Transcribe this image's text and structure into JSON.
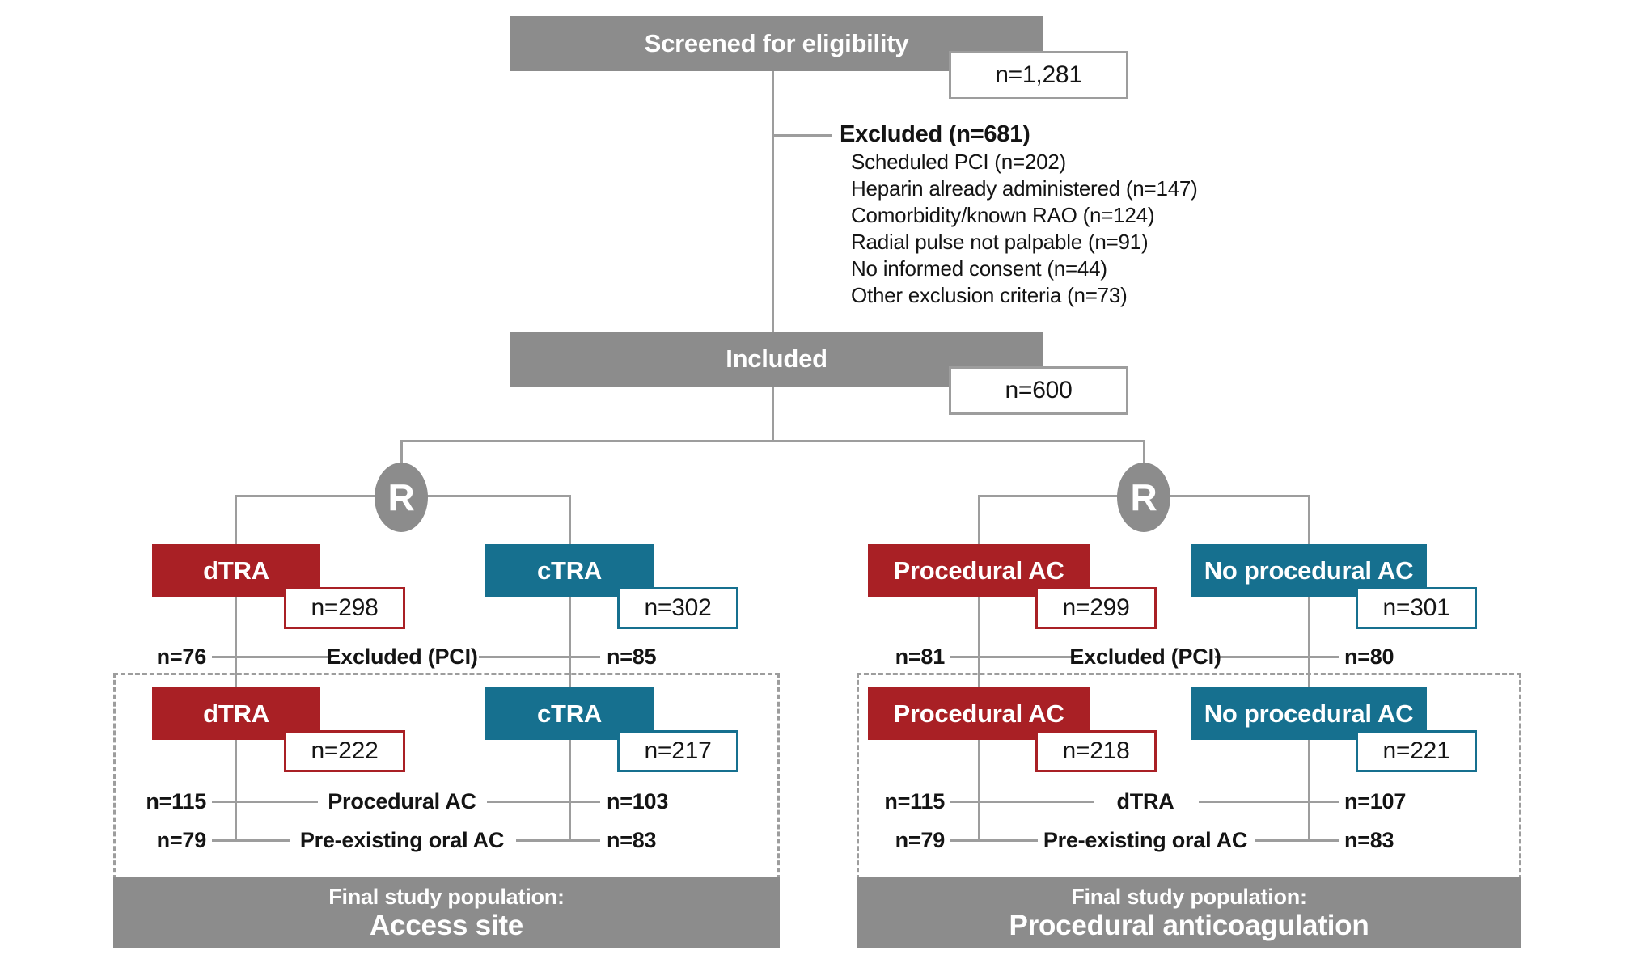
{
  "colors": {
    "gray_fill": "#8c8c8c",
    "line_gray": "#9d9d9d",
    "red": "#a92025",
    "teal": "#16708f",
    "text": "#141414"
  },
  "screened": {
    "label": "Screened for eligibility",
    "n": "n=1,281"
  },
  "excluded": {
    "title": "Excluded (n=681)",
    "items": [
      "Scheduled PCI (n=202)",
      "Heparin already administered (n=147)",
      "Comorbidity/known RAO (n=124)",
      "Radial pulse not palpable (n=91)",
      "No informed consent (n=44)",
      "Other exclusion criteria (n=73)"
    ]
  },
  "included": {
    "label": "Included",
    "n": "n=600"
  },
  "randomization": {
    "symbol": "R"
  },
  "access": {
    "box1_left_label": "dTRA",
    "box1_left_n": "n=298",
    "box1_right_label": "cTRA",
    "box1_right_n": "n=302",
    "excl_left_n": "n=76",
    "excl_label": "Excluded (PCI)",
    "excl_right_n": "n=85",
    "box2_left_label": "dTRA",
    "box2_left_n": "n=222",
    "box2_right_label": "cTRA",
    "box2_right_n": "n=217",
    "row1_left_n": "n=115",
    "row1_label": "Procedural AC",
    "row1_right_n": "n=103",
    "row2_left_n": "n=79",
    "row2_label": "Pre-existing oral AC",
    "row2_right_n": "n=83",
    "footer1": "Final study population:",
    "footer2": "Access site"
  },
  "anticoag": {
    "box1_left_label": "Procedural AC",
    "box1_left_n": "n=299",
    "box1_right_label": "No procedural AC",
    "box1_right_n": "n=301",
    "excl_left_n": "n=81",
    "excl_label": "Excluded (PCI)",
    "excl_right_n": "n=80",
    "box2_left_label": "Procedural AC",
    "box2_left_n": "n=218",
    "box2_right_label": "No procedural AC",
    "box2_right_n": "n=221",
    "row1_left_n": "n=115",
    "row1_label": "dTRA",
    "row1_right_n": "n=107",
    "row2_left_n": "n=79",
    "row2_label": "Pre-existing oral AC",
    "row2_right_n": "n=83",
    "footer1": "Final study population:",
    "footer2": "Procedural anticoagulation"
  }
}
